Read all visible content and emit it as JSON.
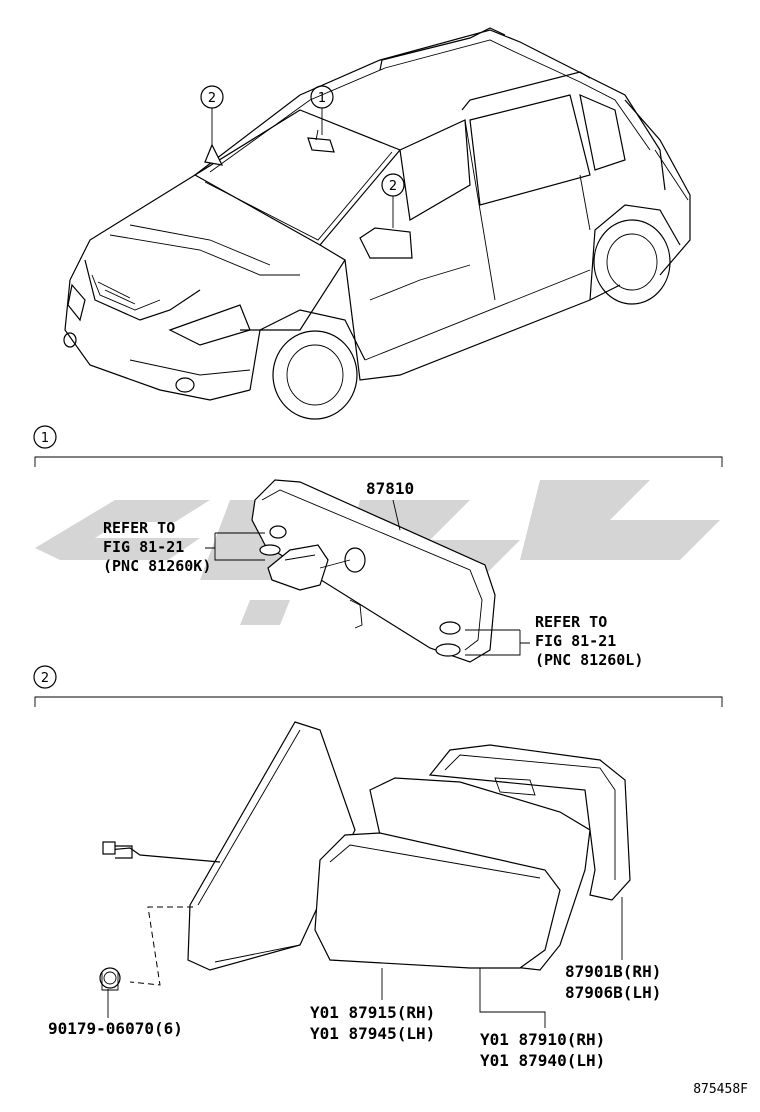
{
  "callouts": {
    "c1": "1",
    "c2": "2"
  },
  "sections": {
    "s1": "1",
    "s2": "2"
  },
  "inner_mirror": {
    "part_no": "87810",
    "refer_left": {
      "line1": "REFER TO",
      "line2": "FIG 81-21",
      "line3": "(PNC 81260K)"
    },
    "refer_right": {
      "line1": "REFER TO",
      "line2": "FIG 81-21",
      "line3": "(PNC 81260L)"
    }
  },
  "outer_mirror": {
    "nut": "90179-06070(6)",
    "mirror_rh": "Y01 87915(RH)",
    "mirror_lh": "Y01 87945(LH)",
    "glass_rh": "Y01 87910(RH)",
    "glass_lh": "Y01 87940(LH)",
    "cover_rh": "87901B(RH)",
    "cover_lh": "87906B(LH)"
  },
  "figure_id": "875458F",
  "colors": {
    "line": "#000000",
    "watermark": "#b3b3b3",
    "background": "#ffffff"
  }
}
